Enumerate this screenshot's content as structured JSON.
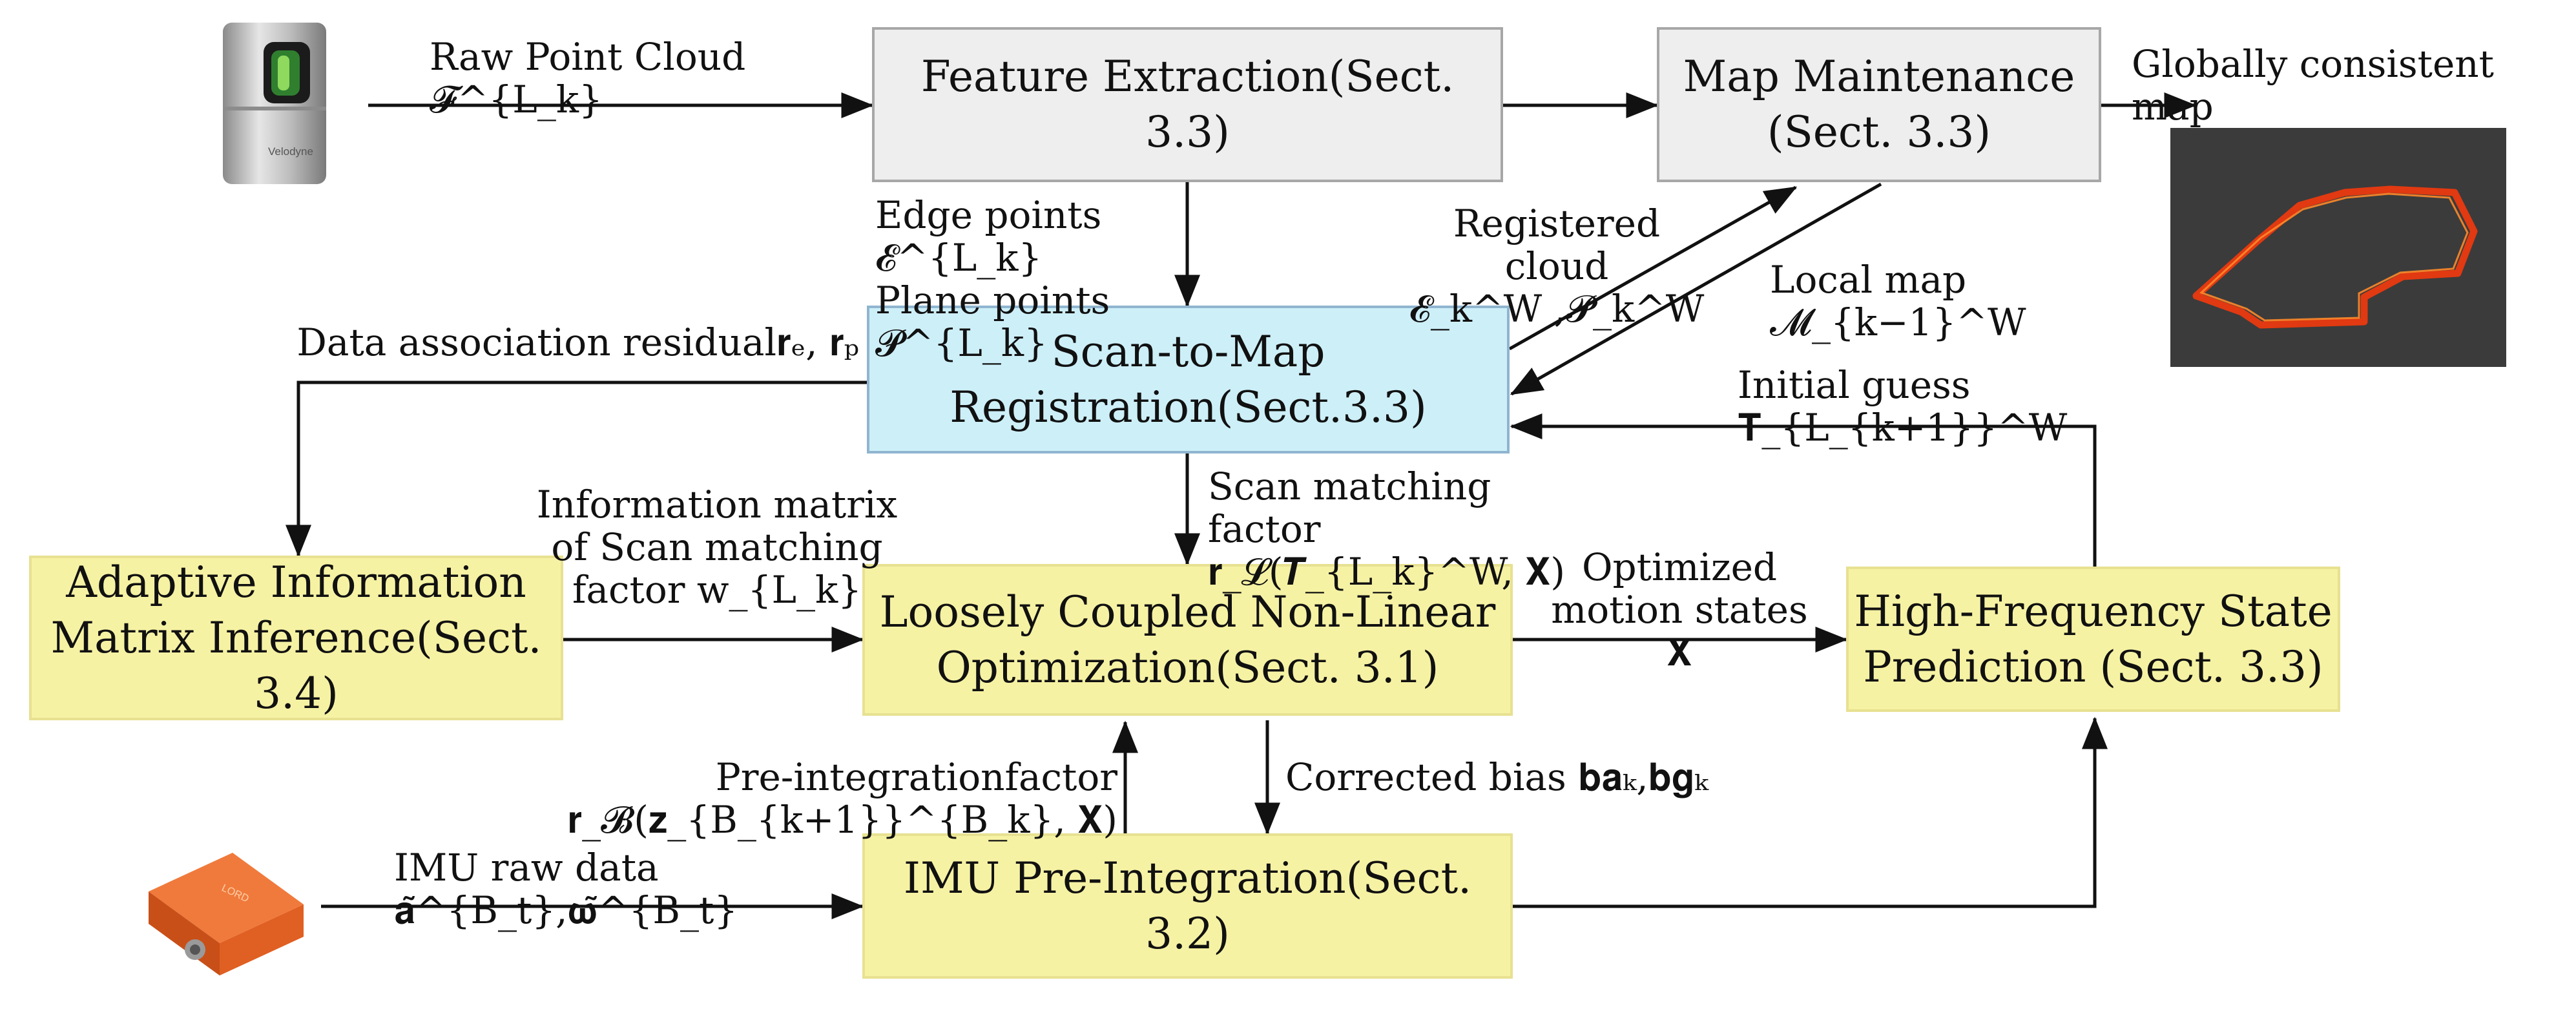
{
  "boxes": {
    "feature": "Feature Extraction(Sect. 3.3)",
    "map_maint": "Map Maintenance\n(Sect. 3.3)",
    "scan_to_map": "Scan-to-Map\nRegistration(Sect.3.3)",
    "adaptive": "Adaptive Information\nMatrix Inference(Sect.\n3.4)",
    "loosely": "Loosely Coupled Non-Linear\nOptimization(Sect. 3.1)",
    "high_freq": "High-Frequency State\nPrediction (Sect. 3.3)",
    "imu_preint": "IMU Pre-Integration(Sect. 3.2)"
  },
  "labels": {
    "raw_cloud": "Raw Point Cloud 𝓕^{L_k}",
    "edge_plane": "Edge points 𝓔^{L_k}\nPlane points 𝓟^{L_k}",
    "registered": "Registered cloud\n𝓔_k^W ,𝓟_k^W",
    "local_map": "Local map 𝓜_{k−1}^W",
    "global_map": "Globally consistent map",
    "data_assoc": "Data association residual𝐫ₑ, 𝐫ₚ",
    "initial_guess": "Initial guess 𝐓_{L_{k+1}}^W",
    "info_matrix": "Information matrix\nof Scan matching\nfactor w_{L_k}",
    "scan_factor": "Scan matching\nfactor 𝐫_𝓛(𝑻_{L_k}^W, 𝐗)",
    "optimized": "Optimized\nmotion states 𝐗",
    "preint_factor": "Pre-integrationfactor 𝐫_𝓑(𝐳_{B_{k+1}}^{B_k}, 𝐗)",
    "corrected_bias": "Corrected bias 𝐛𝐚ₖ,𝐛𝐠ₖ",
    "imu_raw": "IMU raw data 𝐚̃^{B_t},𝛚̃^{B_t}"
  },
  "images": {
    "lidar_brand": "Velodyne",
    "imu_brand": "LORD"
  },
  "colors": {
    "gray_fill": "#eeeeee",
    "blue_fill": "#cdeff8",
    "yellow_fill": "#f6f2a4",
    "trajectory": "#ff3a0a",
    "imu_orange": "#e8652b"
  }
}
